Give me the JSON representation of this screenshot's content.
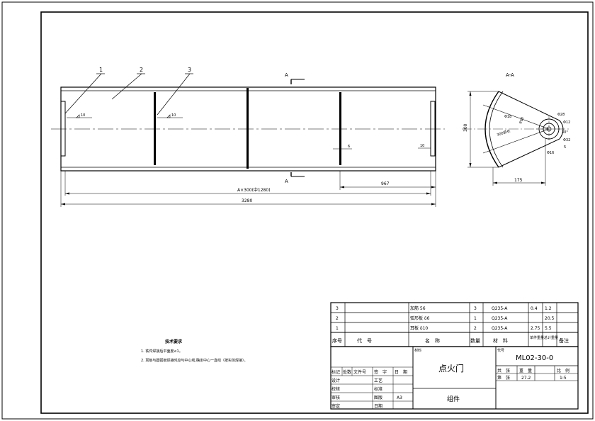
{
  "balloons": [
    "1",
    "2",
    "3"
  ],
  "section_mark": "A",
  "section_title": "A-A",
  "dims": {
    "overall_long": "A×300(中1280)",
    "total": "3280",
    "right_part": "967",
    "gap_mark": "6",
    "end_mark": "10",
    "weld_1": "10",
    "weld_3": "10",
    "sec_height": "300",
    "sec_width": "175",
    "sec_radius": "R60",
    "sec_arc": "300弧长",
    "sec_d1": "Φ18",
    "sec_d2": "Φ28",
    "sec_d3": "Φ32",
    "sec_d4": "Φ16",
    "sec_h1": "Φ12",
    "sec_h2": "5",
    "sec_angle": "30°"
  },
  "notes": {
    "title": "技术要求",
    "items": [
      "1. 铁件焊接后平面度≤1。",
      "2. 耳板与圆弧板焊接时应与中心线,确定中心一直线（按实体焊接）。"
    ]
  },
  "bom": {
    "rows": [
      {
        "no": "3",
        "code": "",
        "name": "加筋 56",
        "qty": "3",
        "material": "Q235-A",
        "unit": "0.4",
        "total": "1.2",
        "remark": ""
      },
      {
        "no": "2",
        "code": "",
        "name": "弧形板 δ6",
        "qty": "1",
        "material": "Q235-A",
        "unit": "",
        "total": "20.5",
        "remark": ""
      },
      {
        "no": "1",
        "code": "",
        "name": "耳板 δ10",
        "qty": "2",
        "material": "Q235-A",
        "unit": "2.75",
        "total": "5.5",
        "remark": ""
      }
    ],
    "header": {
      "no": "序号",
      "code": "代　号",
      "name": "名　称",
      "qty": "数量",
      "material": "材　料",
      "unit": "单件重量",
      "total": "总计重量",
      "remark": "备注"
    }
  },
  "title_block": {
    "title": "点火门",
    "subtitle": "组件",
    "drawing_no": "ML02-30-0",
    "material_label": "材料",
    "code_label": "代号",
    "rev_labels": [
      "标记",
      "处数",
      "文件号",
      "签　字",
      "日　期"
    ],
    "roles": [
      "设计",
      "校核",
      "审核",
      "审定"
    ],
    "roles_right": [
      "工艺",
      "标准",
      "图版",
      "日期"
    ],
    "sheet": "A3",
    "meta_labels": [
      "共　张",
      "第　张",
      "重　量",
      "比　例"
    ],
    "weight": "27.2",
    "scale": "1:5"
  }
}
